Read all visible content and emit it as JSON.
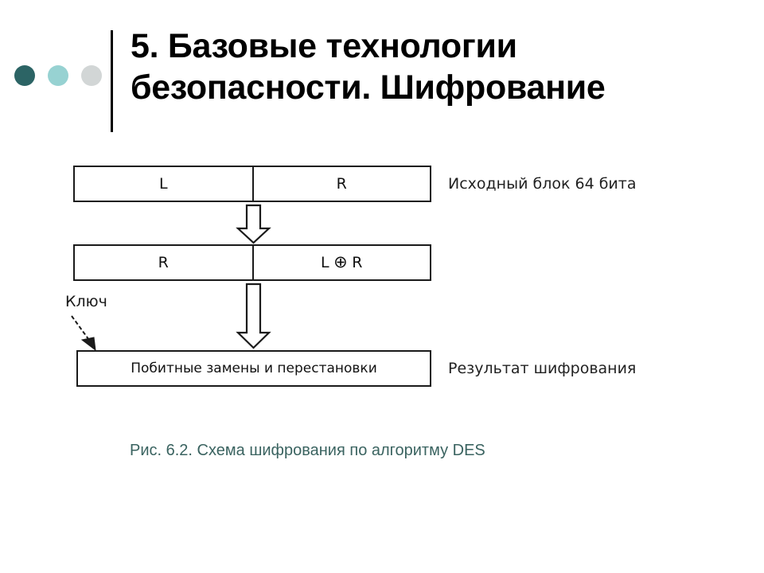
{
  "slide": {
    "title_line1": "5. Базовые технологии",
    "title_line2": "безопасности. Шифрование",
    "dots": [
      "#2c6465",
      "#97d2d2",
      "#d2d6d6"
    ],
    "accent_color": "#3a6360"
  },
  "diagram": {
    "block_top": {
      "left_label": "L",
      "right_label": "R",
      "side_label": "Исходный блок 64 бита"
    },
    "block_mid": {
      "left_label": "R",
      "right_operand_a": "L",
      "right_operator": "⊕",
      "right_operand_b": "R"
    },
    "block_bottom": {
      "label": "Побитные замены и перестановки",
      "side_label": "Результат шифрования"
    },
    "key_label": "Ключ",
    "arrow_icon": "down-block-arrow",
    "key_arrow_icon": "dashed-arrow"
  },
  "caption": "Рис. 6.2. Схема шифрования по алгоритму DES"
}
